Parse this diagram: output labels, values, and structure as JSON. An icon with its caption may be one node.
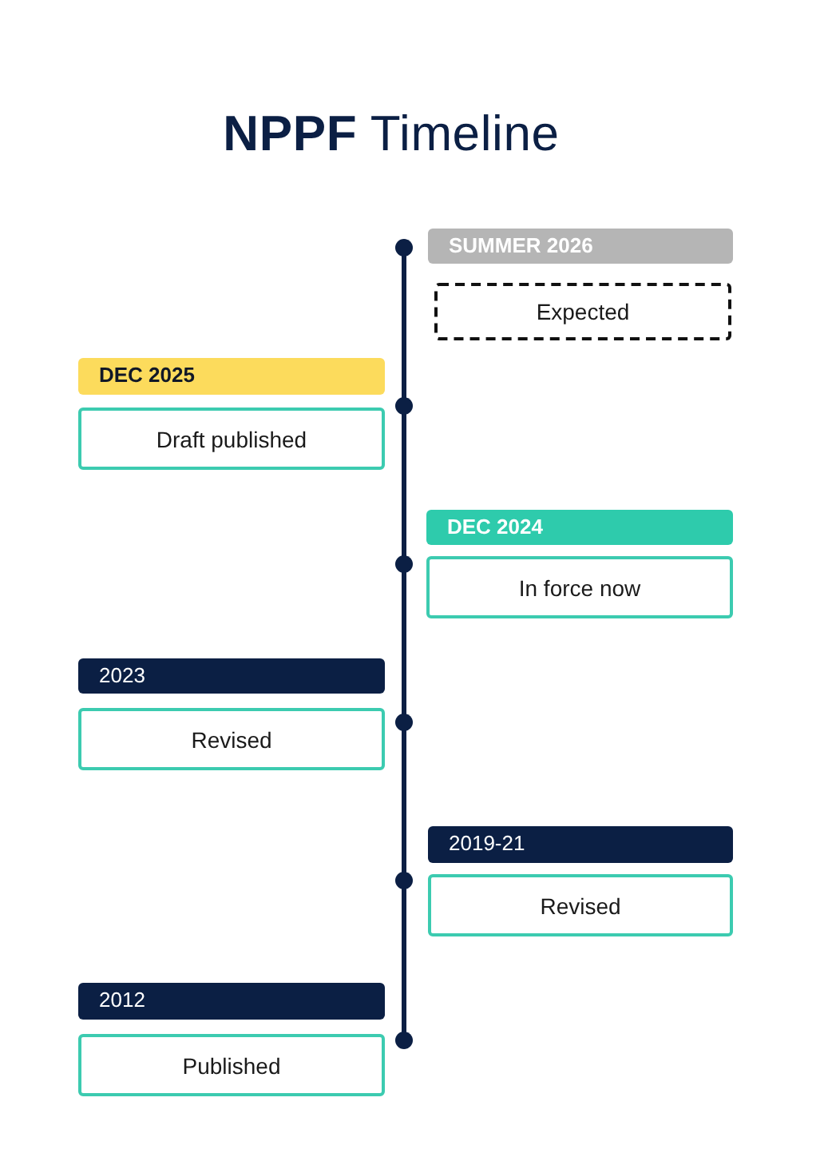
{
  "diagram": {
    "title": "**NPPF** Timeline",
    "nodes": [
      {
        "text": [
          "SUMMER 2026"
        ]
      },
      {
        "text": [
          "Expected"
        ]
      },
      {
        "text": [
          "DEC 2025"
        ]
      },
      {
        "text": [
          "Draft published"
        ]
      },
      {
        "text": [
          "DEC 2024"
        ]
      },
      {
        "text": [
          "In force now"
        ]
      },
      {
        "text": [
          "2023"
        ]
      },
      {
        "text": [
          "Revised"
        ]
      },
      {
        "text": [
          "2019-21"
        ]
      },
      {
        "text": [
          "Revised"
        ]
      },
      {
        "text": [
          "2012"
        ]
      },
      {
        "text": [
          "Published"
        ]
      }
    ],
    "edges": []
  }
}
